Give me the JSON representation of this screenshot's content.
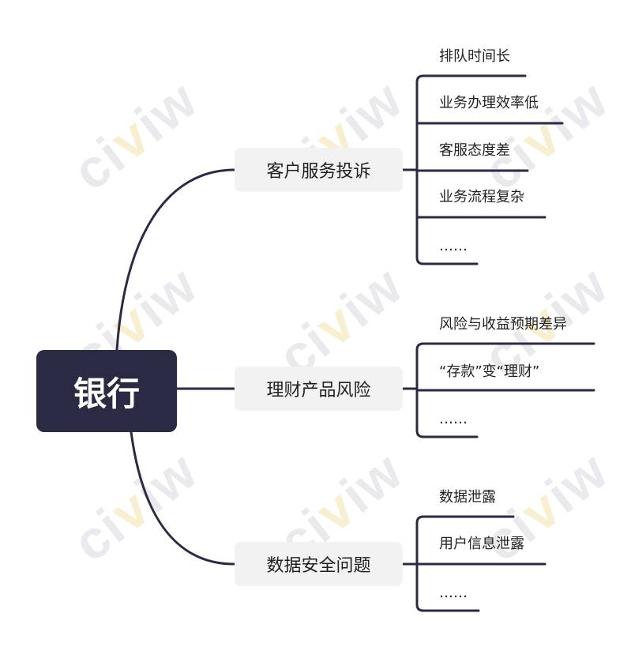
{
  "watermark": {
    "text_a": "ci",
    "text_v": "v",
    "text_b": "iw"
  },
  "root": {
    "label": "银行"
  },
  "branches": [
    {
      "label": "客户服务投诉",
      "leaves": [
        "排队时间长",
        "业务办理效率低",
        "客服态度差",
        "业务流程复杂",
        "……"
      ]
    },
    {
      "label": "理财产品风险",
      "leaves": [
        "风险与收益预期差异",
        "“存款”变“理财”",
        "……"
      ]
    },
    {
      "label": "数据安全问题",
      "leaves": [
        "数据泄露",
        "用户信息泄露",
        "……"
      ]
    }
  ],
  "colors": {
    "line": "#2b2a45",
    "root_bg": "#2b2a45",
    "branch_bg": "#f2f2f2"
  }
}
